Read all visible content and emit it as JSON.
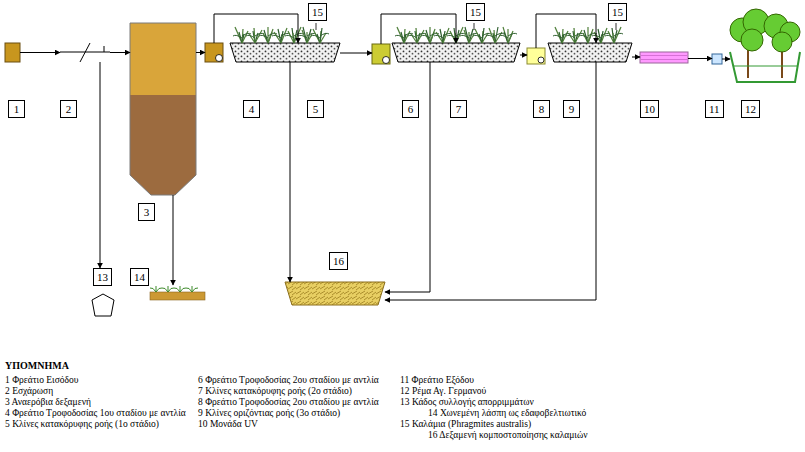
{
  "diagram": {
    "nodes": [
      {
        "text": [
          "1"
        ]
      },
      {
        "text": [
          "2"
        ]
      },
      {
        "text": [
          "3"
        ]
      },
      {
        "text": [
          "4"
        ]
      },
      {
        "text": [
          "5"
        ]
      },
      {
        "text": [
          "6"
        ]
      },
      {
        "text": [
          "7"
        ]
      },
      {
        "text": [
          "8"
        ]
      },
      {
        "text": [
          "9"
        ]
      },
      {
        "text": [
          "10"
        ]
      },
      {
        "text": [
          "11"
        ]
      },
      {
        "text": [
          "12"
        ]
      },
      {
        "text": [
          "13"
        ]
      },
      {
        "text": [
          "14"
        ]
      },
      {
        "text": [
          "16"
        ]
      }
    ],
    "edges": [
      {
        "from": 0,
        "to": 1,
        "arrow": "to"
      },
      {
        "from": 1,
        "to": 2,
        "arrow": "to"
      },
      {
        "from": 2,
        "to": 3,
        "arrow": "to"
      },
      {
        "from": 3,
        "to": 4,
        "arrow": "to"
      },
      {
        "from": 4,
        "to": 5,
        "arrow": "to"
      },
      {
        "from": 5,
        "to": 6,
        "arrow": "to"
      },
      {
        "from": 6,
        "to": 7,
        "arrow": "to"
      },
      {
        "from": 7,
        "to": 8,
        "arrow": "to"
      },
      {
        "from": 8,
        "to": 9,
        "arrow": "to"
      },
      {
        "from": 9,
        "to": 10,
        "arrow": "to"
      },
      {
        "from": 10,
        "to": 11,
        "arrow": "to"
      },
      {
        "from": 1,
        "to": 12,
        "arrow": "to"
      },
      {
        "from": 2,
        "to": 13,
        "arrow": "to"
      },
      {
        "from": 4,
        "to": 14,
        "arrow": "to"
      },
      {
        "from": 6,
        "to": 14,
        "arrow": "to"
      },
      {
        "from": 8,
        "to": 14,
        "arrow": "to"
      }
    ],
    "labels": [
      "15",
      "15",
      "15",
      "ΥΠΟΜΝΗΜΑ"
    ],
    "legend": [
      {
        "text": "1 Φρεάτιο Εισόδου"
      },
      {
        "text": "2 Εσχάρωση"
      },
      {
        "text": "3 Αναερόβια δεξαμενή"
      },
      {
        "text": "4 Φρεάτιο Τροφοδοσίας 1ου σταδίου με αντλία"
      },
      {
        "text": "5 Κλίνες κατακόρυφης ροής (1ο στάδιο)"
      },
      {
        "text": "6 Φρεάτιο Τροφοδοσίας 2ου σταδίου με αντλία"
      },
      {
        "text": "7 Κλίνες κατακόρυφης ροής (2ο στάδιο)"
      },
      {
        "text": "8 Φρεάτιο Τροφοδοσίας 2ου σταδίου με αντλία"
      },
      {
        "text": "9 Κλίνες οριζόντιας ροής (3ο στάδιο)"
      },
      {
        "text": "10 Μονάδα UV"
      },
      {
        "text": "11 Φρεάτιο Εξόδου"
      },
      {
        "text": "12 Ρέμα Αγ. Γερμανού"
      },
      {
        "text": "13 Κάδος συλλογής απορριμμάτων"
      },
      {
        "text": "14 Χωνεμένη λάσπη ως εδαφοβελτιωτικό"
      },
      {
        "text": "15 Καλάμια (Phragmites australis)"
      },
      {
        "text": "16 Δεξαμενή κομποστοποίησης καλαμιών"
      }
    ]
  }
}
